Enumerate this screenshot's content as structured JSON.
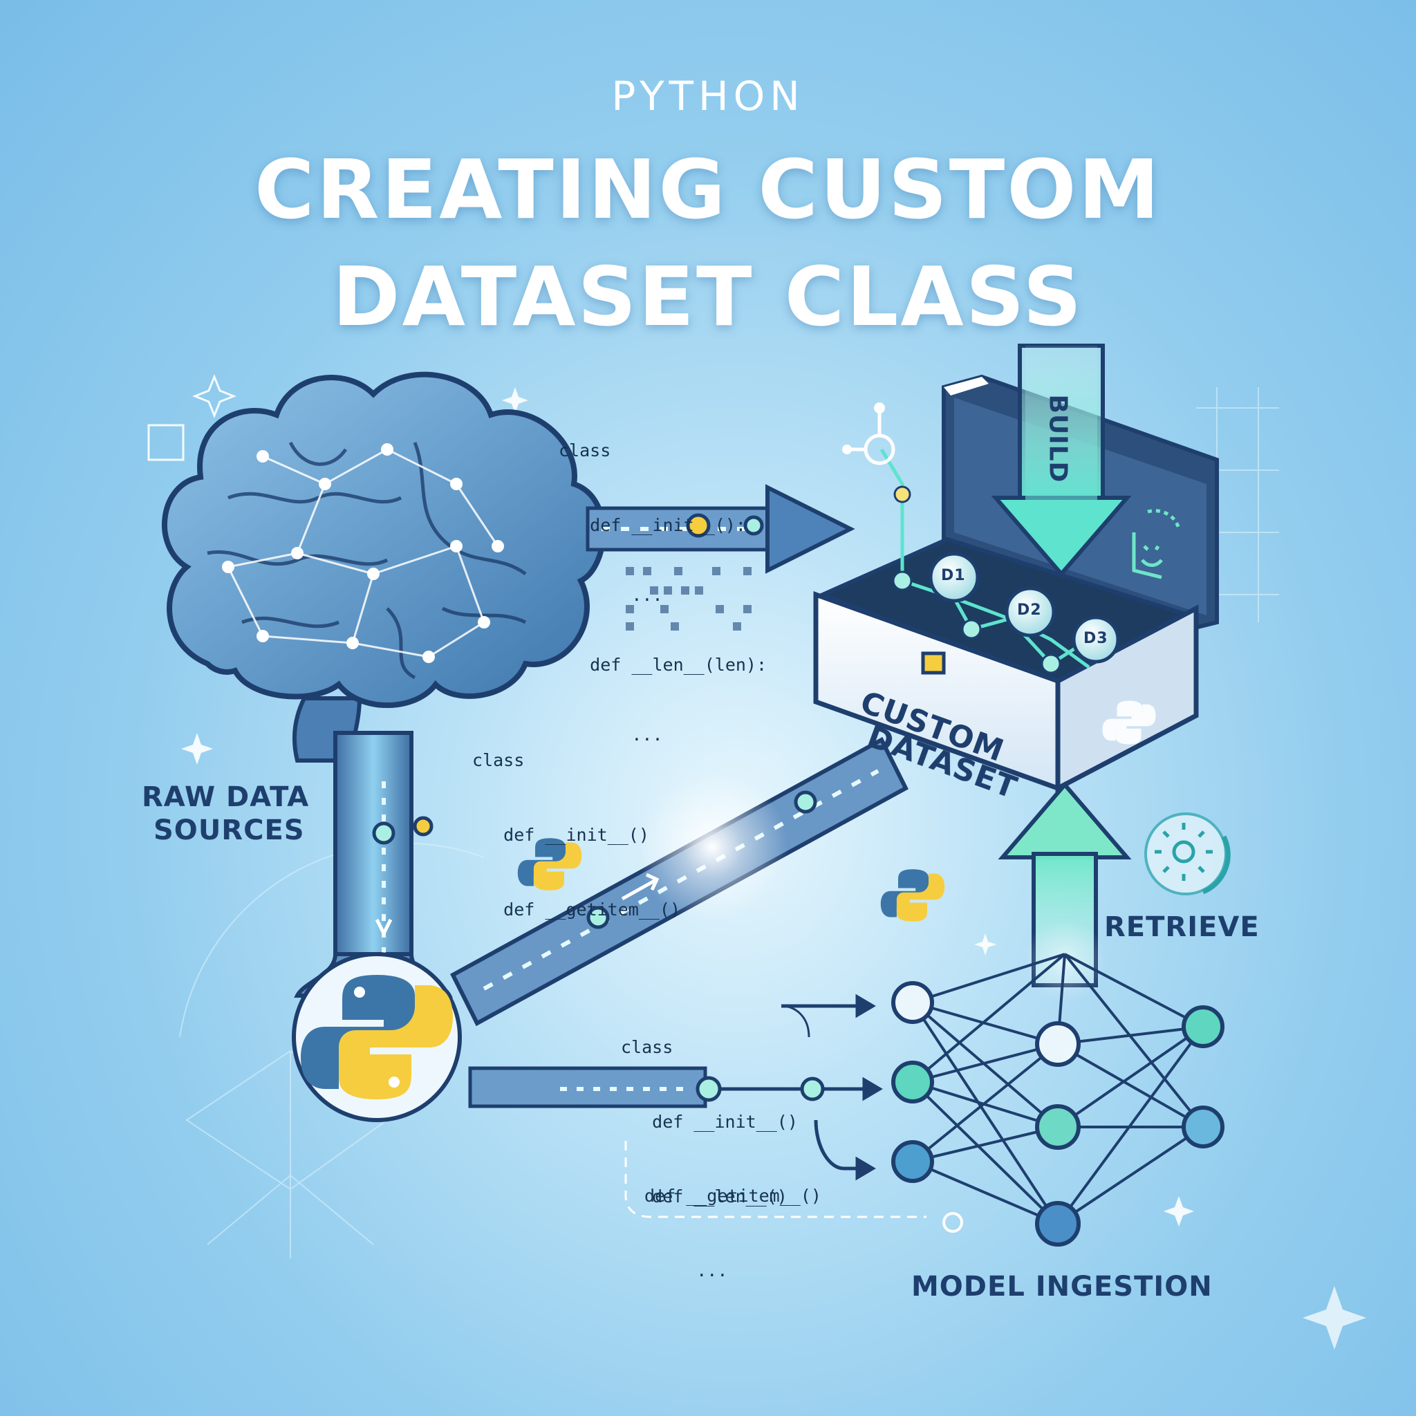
{
  "header": {
    "kicker": "PYTHON",
    "title_line1": "CREATING CUSTOM",
    "title_line2": "DATASET CLASS"
  },
  "labels": {
    "raw_data": "RAW DATA",
    "sources": "SOURCES",
    "retrieve": "RETRIEVE",
    "model_ingestion": "MODEL INGESTION",
    "build": "BUILD",
    "box_line1": "CUSTOM",
    "box_line2": "DATASET",
    "node_d1": "D1",
    "node_d2": "D2",
    "node_d3": "D3"
  },
  "code_snippets": {
    "top": [
      "class",
      "   def __init__():",
      "       ...",
      "   def __len__(len):",
      "       ..."
    ],
    "middle": [
      "class",
      "   def __init__()",
      "   def __getitem__()"
    ],
    "bottom_a": [
      "class",
      "   def __init__()",
      "   def __len__()"
    ],
    "bottom_b": [
      "def __getitem__()",
      "     ..."
    ]
  },
  "icons": {
    "brain": "brain-network-icon",
    "python": "python-logo-icon",
    "network": "neural-network-icon",
    "box": "open-box-icon"
  },
  "colors": {
    "accent_navy": "#1e3f6e",
    "accent_blue": "#3a6fa3",
    "accent_teal": "#5ee3cf",
    "python_blue": "#3c76a8",
    "python_yellow": "#f5cd3f"
  }
}
